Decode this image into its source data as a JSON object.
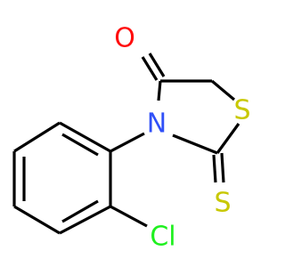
{
  "molecule": {
    "atoms": {
      "oxygen": {
        "label": "O",
        "color": "#ff0d0d"
      },
      "nitrogen": {
        "label": "N",
        "color": "#3050f8"
      },
      "ring_sulfur": {
        "label": "S",
        "color": "#c8c800"
      },
      "thione_sulfur": {
        "label": "S",
        "color": "#c8c800"
      },
      "chlorine": {
        "label": "Cl",
        "color": "#1ff01f"
      }
    },
    "bond_color": "#000000"
  }
}
